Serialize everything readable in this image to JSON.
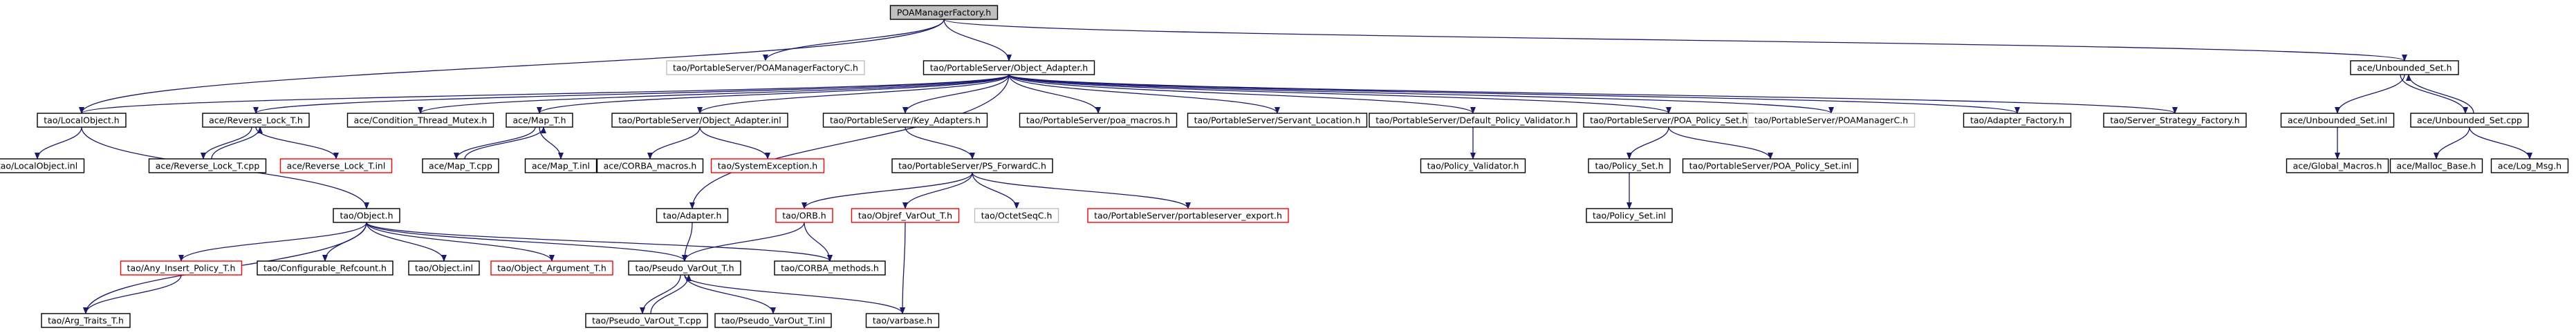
{
  "colors": {
    "edge": "#191970",
    "node_border": "#000000",
    "node_border_missing": "#ff0000",
    "node_border_external": "#bfbfbf",
    "root_fill": "#bfbfbf",
    "node_fill": "#ffffff",
    "text": "#000000"
  },
  "nodes": [
    {
      "id": "root",
      "label": "POAManagerFactory.h",
      "kind": "root"
    },
    {
      "id": "poamfc",
      "label": "tao/PortableServer/POAManagerFactoryC.h",
      "kind": "external"
    },
    {
      "id": "oah",
      "label": "tao/PortableServer/Object_Adapter.h",
      "kind": "normal"
    },
    {
      "id": "unbset",
      "label": "ace/Unbounded_Set.h",
      "kind": "normal"
    },
    {
      "id": "localobj",
      "label": "tao/LocalObject.h",
      "kind": "normal"
    },
    {
      "id": "revlock",
      "label": "ace/Reverse_Lock_T.h",
      "kind": "normal"
    },
    {
      "id": "condmutex",
      "label": "ace/Condition_Thread_Mutex.h",
      "kind": "normal"
    },
    {
      "id": "mapt",
      "label": "ace/Map_T.h",
      "kind": "normal"
    },
    {
      "id": "oainl",
      "label": "tao/PortableServer/Object_Adapter.inl",
      "kind": "normal"
    },
    {
      "id": "keyadapters",
      "label": "tao/PortableServer/Key_Adapters.h",
      "kind": "normal"
    },
    {
      "id": "poamacros",
      "label": "tao/PortableServer/poa_macros.h",
      "kind": "normal"
    },
    {
      "id": "servantloc",
      "label": "tao/PortableServer/Servant_Location.h",
      "kind": "normal"
    },
    {
      "id": "defpolval",
      "label": "tao/PortableServer/Default_Policy_Validator.h",
      "kind": "normal"
    },
    {
      "id": "poapolset",
      "label": "tao/PortableServer/POA_Policy_Set.h",
      "kind": "normal"
    },
    {
      "id": "poamc",
      "label": "tao/PortableServer/POAManagerC.h",
      "kind": "external"
    },
    {
      "id": "adapterfactory",
      "label": "tao/Adapter_Factory.h",
      "kind": "normal"
    },
    {
      "id": "serverstrat",
      "label": "tao/Server_Strategy_Factory.h",
      "kind": "normal"
    },
    {
      "id": "unbsetinl",
      "label": "ace/Unbounded_Set.inl",
      "kind": "normal"
    },
    {
      "id": "unbsetcpp",
      "label": "ace/Unbounded_Set.cpp",
      "kind": "normal"
    },
    {
      "id": "localobjinl",
      "label": "tao/LocalObject.inl",
      "kind": "normal"
    },
    {
      "id": "revlockcpp",
      "label": "ace/Reverse_Lock_T.cpp",
      "kind": "normal"
    },
    {
      "id": "revlockinl",
      "label": "ace/Reverse_Lock_T.inl",
      "kind": "missing"
    },
    {
      "id": "mapcpp",
      "label": "ace/Map_T.cpp",
      "kind": "normal"
    },
    {
      "id": "mapinl",
      "label": "ace/Map_T.inl",
      "kind": "normal"
    },
    {
      "id": "corbamacros",
      "label": "ace/CORBA_macros.h",
      "kind": "normal"
    },
    {
      "id": "sysexc",
      "label": "tao/SystemException.h",
      "kind": "missing"
    },
    {
      "id": "psfwd",
      "label": "tao/PortableServer/PS_ForwardC.h",
      "kind": "normal"
    },
    {
      "id": "polvalidator",
      "label": "tao/Policy_Validator.h",
      "kind": "normal"
    },
    {
      "id": "policyset",
      "label": "tao/Policy_Set.h",
      "kind": "normal"
    },
    {
      "id": "poapolsetinl",
      "label": "tao/PortableServer/POA_Policy_Set.inl",
      "kind": "normal"
    },
    {
      "id": "globalmacros",
      "label": "ace/Global_Macros.h",
      "kind": "normal"
    },
    {
      "id": "mallocbase",
      "label": "ace/Malloc_Base.h",
      "kind": "normal"
    },
    {
      "id": "logmsg",
      "label": "ace/Log_Msg.h",
      "kind": "normal"
    },
    {
      "id": "objecth",
      "label": "tao/Object.h",
      "kind": "normal"
    },
    {
      "id": "adapterh",
      "label": "tao/Adapter.h",
      "kind": "normal"
    },
    {
      "id": "orbh",
      "label": "tao/ORB.h",
      "kind": "missing"
    },
    {
      "id": "objvarout",
      "label": "tao/Objref_VarOut_T.h",
      "kind": "missing"
    },
    {
      "id": "octetseq",
      "label": "tao/OctetSeqC.h",
      "kind": "external"
    },
    {
      "id": "psexport",
      "label": "tao/PortableServer/portableserver_export.h",
      "kind": "missing"
    },
    {
      "id": "policysetinl",
      "label": "tao/Policy_Set.inl",
      "kind": "normal"
    },
    {
      "id": "anyinsert",
      "label": "tao/Any_Insert_Policy_T.h",
      "kind": "missing"
    },
    {
      "id": "configref",
      "label": "tao/Configurable_Refcount.h",
      "kind": "normal"
    },
    {
      "id": "objectinl",
      "label": "tao/Object.inl",
      "kind": "normal"
    },
    {
      "id": "objarg",
      "label": "tao/Object_Argument_T.h",
      "kind": "missing"
    },
    {
      "id": "pseudovarout",
      "label": "tao/Pseudo_VarOut_T.h",
      "kind": "normal"
    },
    {
      "id": "corbamethods",
      "label": "tao/CORBA_methods.h",
      "kind": "normal"
    },
    {
      "id": "argtraits",
      "label": "tao/Arg_Traits_T.h",
      "kind": "normal"
    },
    {
      "id": "pseudocpp",
      "label": "tao/Pseudo_VarOut_T.cpp",
      "kind": "normal"
    },
    {
      "id": "pseudoinl",
      "label": "tao/Pseudo_VarOut_T.inl",
      "kind": "normal"
    },
    {
      "id": "varbase",
      "label": "tao/varbase.h",
      "kind": "normal"
    }
  ],
  "edges": [
    [
      "root",
      "poamfc"
    ],
    [
      "root",
      "oah"
    ],
    [
      "root",
      "unbset"
    ],
    [
      "root",
      "localobj"
    ],
    [
      "oah",
      "localobj"
    ],
    [
      "oah",
      "revlock"
    ],
    [
      "oah",
      "condmutex"
    ],
    [
      "oah",
      "mapt"
    ],
    [
      "oah",
      "oainl"
    ],
    [
      "oah",
      "keyadapters"
    ],
    [
      "oah",
      "poamacros"
    ],
    [
      "oah",
      "servantloc"
    ],
    [
      "oah",
      "defpolval"
    ],
    [
      "oah",
      "poapolset"
    ],
    [
      "oah",
      "poamc"
    ],
    [
      "oah",
      "adapterfactory"
    ],
    [
      "oah",
      "serverstrat"
    ],
    [
      "oah",
      "adapterh"
    ],
    [
      "unbset",
      "unbsetinl"
    ],
    [
      "unbset",
      "unbsetcpp"
    ],
    [
      "unbsetcpp",
      "unbset"
    ],
    [
      "unbsetinl",
      "globalmacros"
    ],
    [
      "unbsetcpp",
      "mallocbase"
    ],
    [
      "unbsetcpp",
      "logmsg"
    ],
    [
      "localobj",
      "localobjinl"
    ],
    [
      "localobj",
      "objecth"
    ],
    [
      "revlock",
      "revlockcpp"
    ],
    [
      "revlock",
      "revlockinl"
    ],
    [
      "revlockcpp",
      "revlock"
    ],
    [
      "mapt",
      "mapcpp"
    ],
    [
      "mapt",
      "mapinl"
    ],
    [
      "mapcpp",
      "mapt"
    ],
    [
      "oainl",
      "corbamacros"
    ],
    [
      "oainl",
      "sysexc"
    ],
    [
      "keyadapters",
      "psfwd"
    ],
    [
      "defpolval",
      "polvalidator"
    ],
    [
      "poapolset",
      "policyset"
    ],
    [
      "poapolset",
      "poapolsetinl"
    ],
    [
      "policyset",
      "policysetinl"
    ],
    [
      "psfwd",
      "orbh"
    ],
    [
      "psfwd",
      "objvarout"
    ],
    [
      "psfwd",
      "octetseq"
    ],
    [
      "psfwd",
      "psexport"
    ],
    [
      "objecth",
      "anyinsert"
    ],
    [
      "objecth",
      "configref"
    ],
    [
      "objecth",
      "objectinl"
    ],
    [
      "objecth",
      "objarg"
    ],
    [
      "objecth",
      "pseudovarout"
    ],
    [
      "objecth",
      "corbamethods"
    ],
    [
      "objecth",
      "argtraits"
    ],
    [
      "anyinsert",
      "argtraits"
    ],
    [
      "adapterh",
      "pseudovarout"
    ],
    [
      "orbh",
      "pseudovarout"
    ],
    [
      "orbh",
      "corbamethods"
    ],
    [
      "objvarout",
      "varbase"
    ],
    [
      "pseudovarout",
      "pseudocpp"
    ],
    [
      "pseudovarout",
      "pseudoinl"
    ],
    [
      "pseudovarout",
      "varbase"
    ],
    [
      "pseudocpp",
      "pseudovarout"
    ]
  ]
}
